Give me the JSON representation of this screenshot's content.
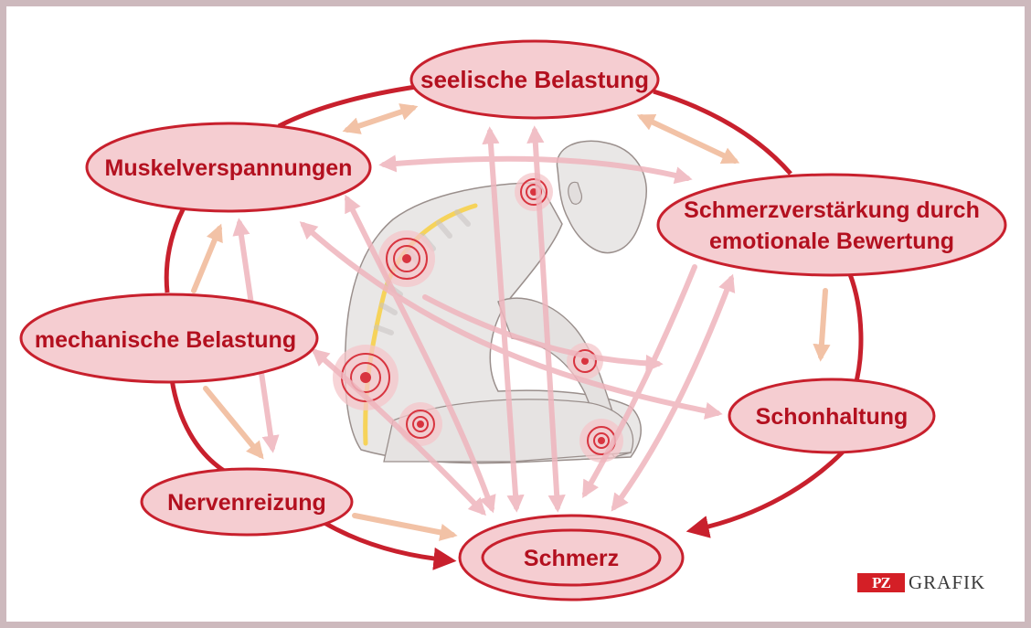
{
  "diagram": {
    "nodes": {
      "seelische_belastung": "seelische Belastung",
      "muskelverspannungen": "Muskelverspannungen",
      "schmerzverstaerkung_line1": "Schmerzverstärkung durch",
      "schmerzverstaerkung_line2": "emotionale Bewertung",
      "mechanische_belastung": "mechanische Belastung",
      "schonhaltung": "Schonhaltung",
      "nervenreizung": "Nervenreizung",
      "schmerz": "Schmerz"
    }
  },
  "logo": {
    "badge": "PZ",
    "text": "GRAFIK"
  },
  "colors": {
    "node_fill": "#f5cdd1",
    "node_stroke": "#c8202d",
    "label": "#b3101f",
    "cycle_stroke": "#c8202d",
    "arrow_pink": "#efb5bd",
    "arrow_peach": "#f2c2a6",
    "background_frame": "#cdb9bd",
    "pz_red": "#d41f26"
  }
}
